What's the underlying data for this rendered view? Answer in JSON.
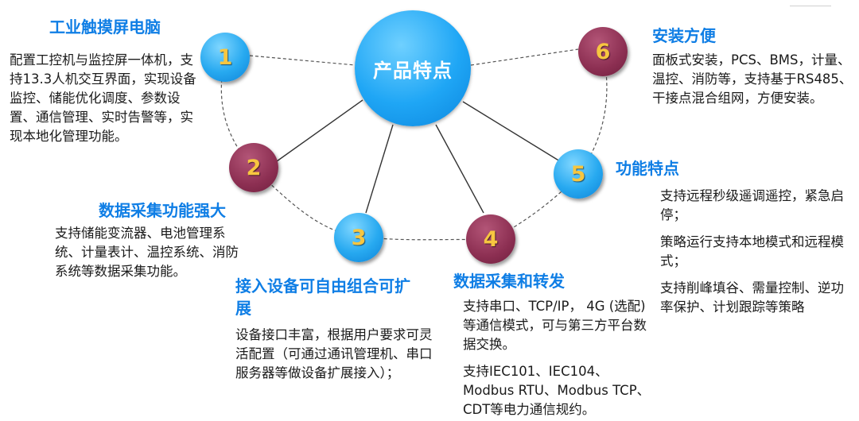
{
  "center": {
    "label": "产品特点"
  },
  "nodes": [
    {
      "number": "1",
      "color": "blue"
    },
    {
      "number": "2",
      "color": "maroon"
    },
    {
      "number": "3",
      "color": "blue"
    },
    {
      "number": "4",
      "color": "maroon"
    },
    {
      "number": "5",
      "color": "blue"
    },
    {
      "number": "6",
      "color": "maroon"
    }
  ],
  "features": [
    {
      "title": "工业触摸屏电脑",
      "paragraphs": [
        "配置工控机与监控屏一体机，支持13.3人机交互界面，实现设备监控、储能优化调度、参数设置、通信管理、实时告警等，实现本地化管理功能。"
      ]
    },
    {
      "title": "数据采集功能强大",
      "paragraphs": [
        "支持储能变流器、电池管理系统、计量表计、温控系统、消防系统等数据采集功能。"
      ]
    },
    {
      "title": "接入设备可自由组合可扩展",
      "paragraphs": [
        "设备接口丰富，根据用户要求可灵活配置（可通过通讯管理机、串口服务器等做设备扩展接入）；"
      ]
    },
    {
      "title": "数据采集和转发",
      "paragraphs": [
        "支持串口、TCP/IP， 4G (选配)等通信模式，可与第三方平台数据交换。",
        "支持IEC101、IEC104、Modbus RTU、Modbus TCP、CDT等电力通信规约。"
      ]
    },
    {
      "title": "功能特点",
      "paragraphs": [
        "支持远程秒级遥调遥控，紧急启停；",
        "策略运行支持本地模式和远程模式；",
        "支持削峰填谷、需量控制、逆功率保护、计划跟踪等策略"
      ]
    },
    {
      "title": "安装方便",
      "paragraphs": [
        "面板式安装，PCS、BMS，计量、温控、消防等，支持基于RS485、干接点混合组网，方便安装。"
      ]
    }
  ],
  "colors": {
    "title": "#0f7ee5",
    "blue_node": "#27a9f0",
    "maroon_node": "#8c2f52",
    "number": "#f7c640"
  }
}
